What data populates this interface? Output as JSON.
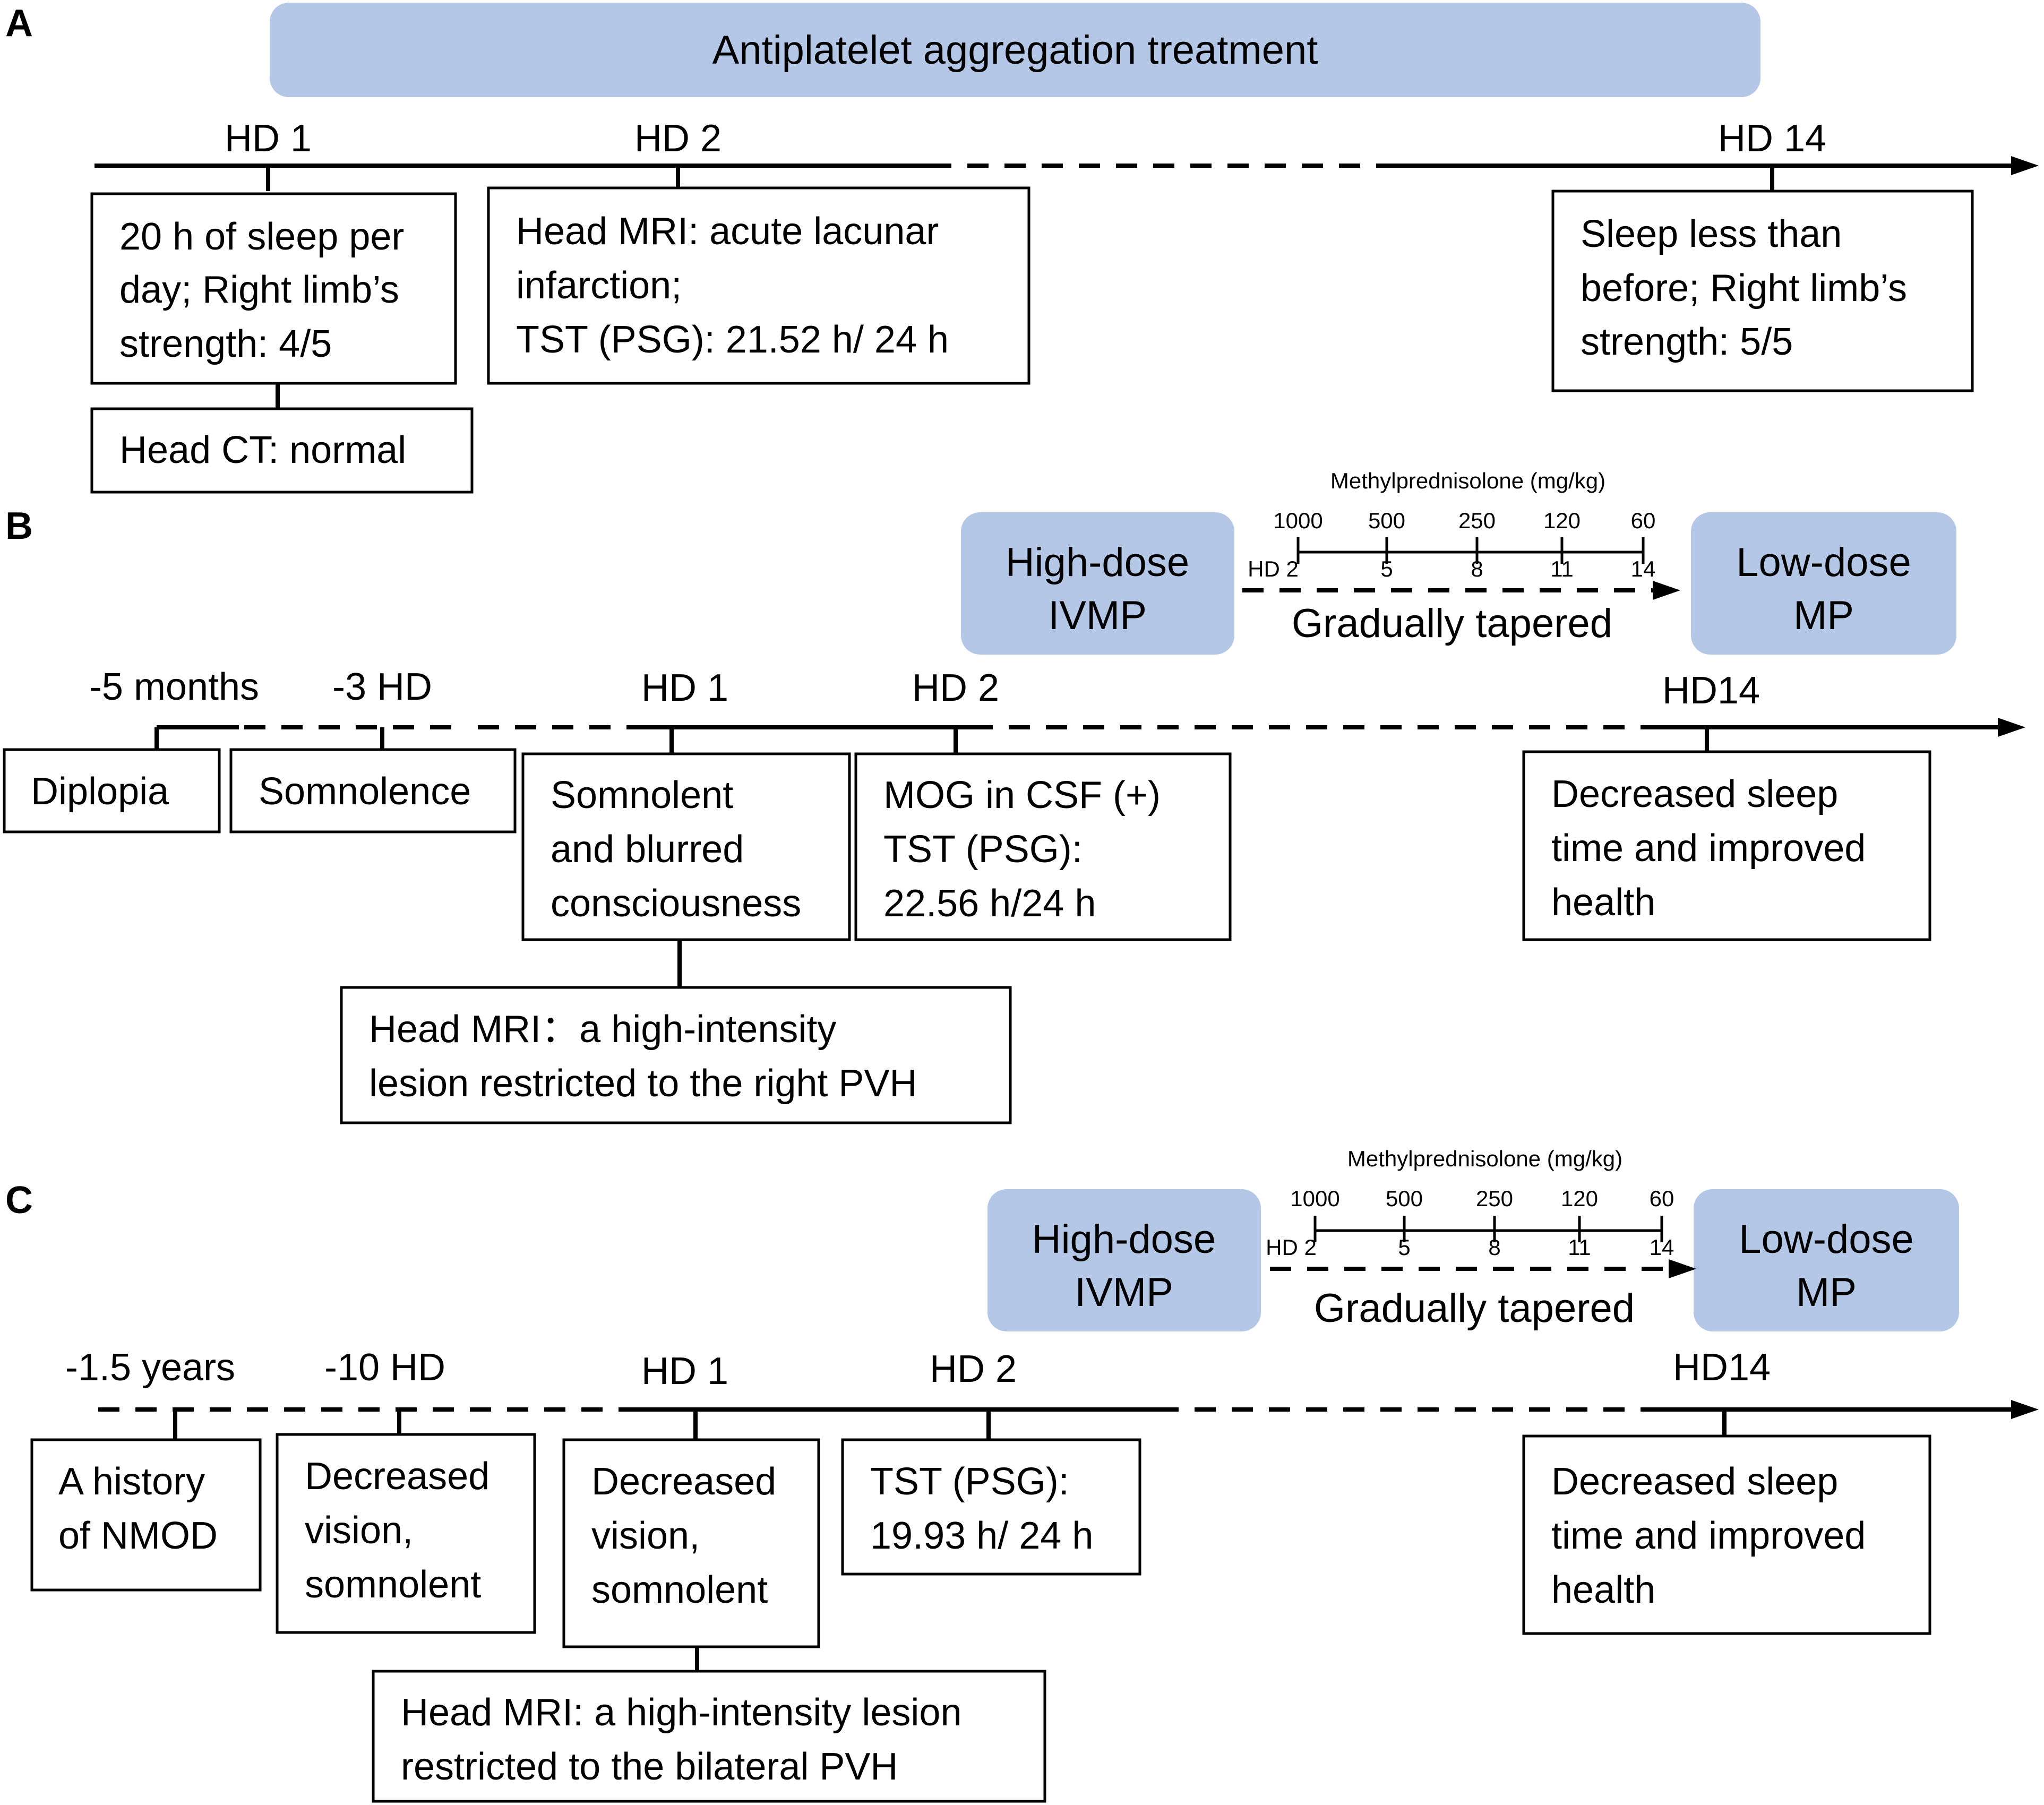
{
  "colors": {
    "pill_fill": "#b4c7e7",
    "line": "#000000"
  },
  "panelA": {
    "label": "A",
    "banner": "Antiplatelet aggregation treatment",
    "timeline": [
      "HD 1",
      "HD 2",
      "HD 14"
    ],
    "box1": [
      "20 h of sleep per",
      "day; Right limb’s",
      "strength: 4/5"
    ],
    "box_ct": [
      "Head CT: normal"
    ],
    "box2": [
      "Head MRI: acute lacunar",
      "infarction;",
      "TST (PSG): 21.52 h/ 24 h"
    ],
    "box3": [
      "Sleep less than",
      "before; Right limb’s",
      "strength: 5/5"
    ]
  },
  "panelB": {
    "label": "B",
    "high_dose": [
      "High-dose",
      "IVMP"
    ],
    "low_dose": [
      "Low-dose",
      "MP"
    ],
    "scale_title": "Methylprednisolone (mg/kg)",
    "doses": [
      "1000",
      "500",
      "250",
      "120",
      "60"
    ],
    "days": [
      "HD 2",
      "5",
      "8",
      "11",
      "14"
    ],
    "taper": "Gradually tapered",
    "timeline": [
      "-5 months",
      "-3 HD",
      "HD 1",
      "HD 2",
      "HD14"
    ],
    "box_diplopia": [
      "Diplopia"
    ],
    "box_somnolence": [
      "Somnolence"
    ],
    "box_somnolent": [
      "Somnolent",
      "and blurred",
      "consciousness"
    ],
    "box_mog": [
      "MOG in CSF (+)",
      "TST (PSG):",
      "22.56 h/24 h"
    ],
    "box_mri": [
      "Head MRI：a high-intensity",
      "lesion restricted to the right PVH"
    ],
    "box_decreased": [
      "Decreased sleep",
      "time and improved",
      "health"
    ]
  },
  "panelC": {
    "label": "C",
    "high_dose": [
      "High-dose",
      "IVMP"
    ],
    "low_dose": [
      "Low-dose",
      "MP"
    ],
    "scale_title": "Methylprednisolone (mg/kg)",
    "doses": [
      "1000",
      "500",
      "250",
      "120",
      "60"
    ],
    "days": [
      "HD 2",
      "5",
      "8",
      "11",
      "14"
    ],
    "taper": "Gradually tapered",
    "timeline": [
      "-1.5 years",
      "-10 HD",
      "HD 1",
      "HD 2",
      "HD14"
    ],
    "box_history": [
      "A history",
      "of NMOD"
    ],
    "box_vision1": [
      "Decreased",
      "vision,",
      "somnolent"
    ],
    "box_vision2": [
      "Decreased",
      "vision,",
      "somnolent"
    ],
    "box_tst": [
      "TST (PSG):",
      "19.93 h/ 24 h"
    ],
    "box_mri": [
      "Head MRI: a high-intensity lesion",
      "restricted to the bilateral PVH"
    ],
    "box_decreased": [
      "Decreased sleep",
      "time and improved",
      "health"
    ]
  }
}
